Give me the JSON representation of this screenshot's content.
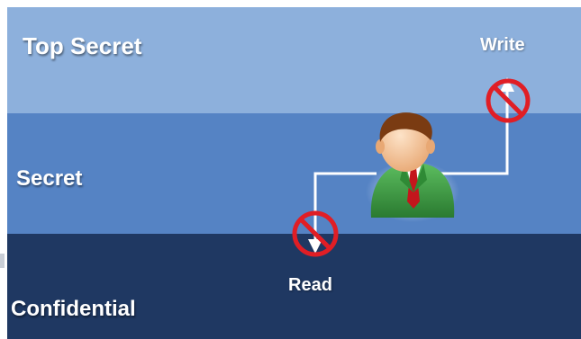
{
  "levels": {
    "top": {
      "label": "Top Secret",
      "color": "#8db0dc"
    },
    "middle": {
      "label": "Secret",
      "color": "#5583c4"
    },
    "bottom": {
      "label": "Confidential",
      "color": "#1f3862"
    }
  },
  "operations": {
    "write": {
      "label": "Write",
      "status": "denied",
      "direction": "up"
    },
    "read": {
      "label": "Read",
      "status": "denied",
      "direction": "down"
    }
  },
  "icons": {
    "subject": "businessman-icon",
    "prohibited": "prohibited-icon"
  },
  "colors": {
    "arrow": "#ffffff",
    "prohibited": "#e01e25",
    "suit": "#3c9a42",
    "tie": "#c4161c"
  }
}
